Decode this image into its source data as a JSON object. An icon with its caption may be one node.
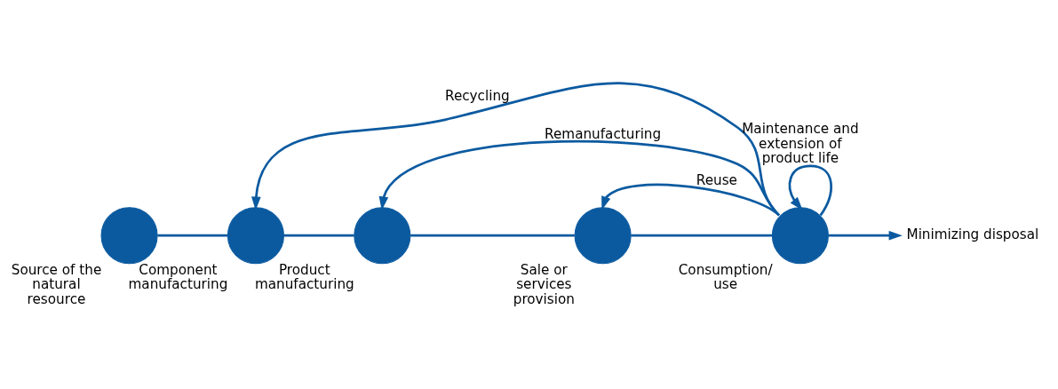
{
  "diagram": {
    "nodes": [
      {
        "text": [],
        "shape": "circle",
        "beside": [
          "Source of the natural resource"
        ]
      },
      {
        "text": [],
        "shape": "circle",
        "beside": [
          "Component manufacturing"
        ]
      },
      {
        "text": [],
        "shape": "circle",
        "beside": [
          "Product manufacturing"
        ]
      },
      {
        "text": [],
        "shape": "circle",
        "beside": [
          "Sale or services provision"
        ]
      },
      {
        "text": [],
        "shape": "circle",
        "beside": [
          "Consumption/ use"
        ]
      },
      {
        "text": [
          "Minimizing disposal"
        ]
      }
    ],
    "edges": [
      {
        "from": 0,
        "to": 1,
        "arrow": "none"
      },
      {
        "from": 1,
        "to": 2,
        "arrow": "none"
      },
      {
        "from": 2,
        "to": 3,
        "arrow": "none"
      },
      {
        "from": 3,
        "to": 4,
        "arrow": "none"
      },
      {
        "from": 4,
        "to": 5,
        "arrow": "to"
      },
      {
        "from": 4,
        "to": 1,
        "arrow": "to",
        "label": "Recycling"
      },
      {
        "from": 4,
        "to": 2,
        "arrow": "to",
        "label": "Remanufacturing"
      },
      {
        "from": 4,
        "to": 3,
        "arrow": "to",
        "label": "Reuse"
      },
      {
        "from": 4,
        "to": 4,
        "arrow": "to",
        "label": "Maintenance and extension of product life"
      }
    ]
  }
}
